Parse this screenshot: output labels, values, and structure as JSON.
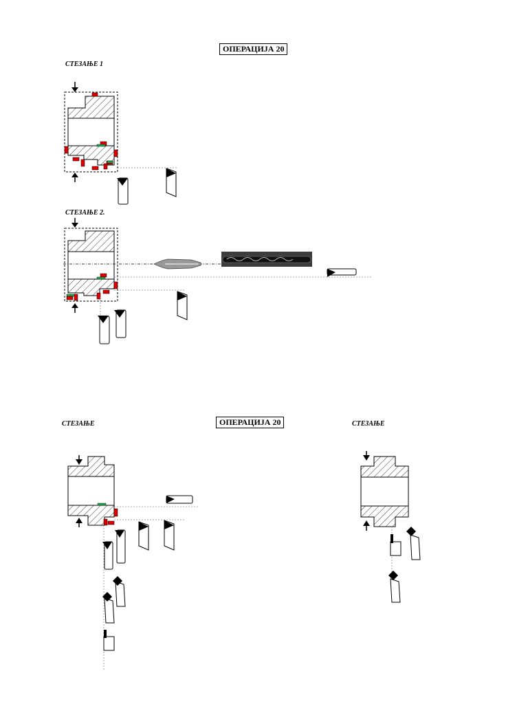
{
  "sheet1": {
    "operation_title": "ОПЕРАЦИЈА 20",
    "clamping_1_label": "СТЕЗАЊЕ 1",
    "clamping_2_label": "СТЕЗАЊЕ 2."
  },
  "sheet2": {
    "operation_title": "ОПЕРАЦИЈА 20",
    "clamping_left_label": "СТЕЗАЊЕ",
    "clamping_right_label": "СТЕЗАЊЕ"
  },
  "colors": {
    "ink": "#000000",
    "datum_red": "#dd0000",
    "support_green": "#1fa84a",
    "dashed_line": "#8a8a8a",
    "drill_photo": "#3c3c3c"
  },
  "icons": [
    "clamp-arrow-icon",
    "turning-tool-icon",
    "center-drill-icon",
    "twist-drill-icon",
    "boring-bar-icon",
    "grooving-tool-icon"
  ]
}
